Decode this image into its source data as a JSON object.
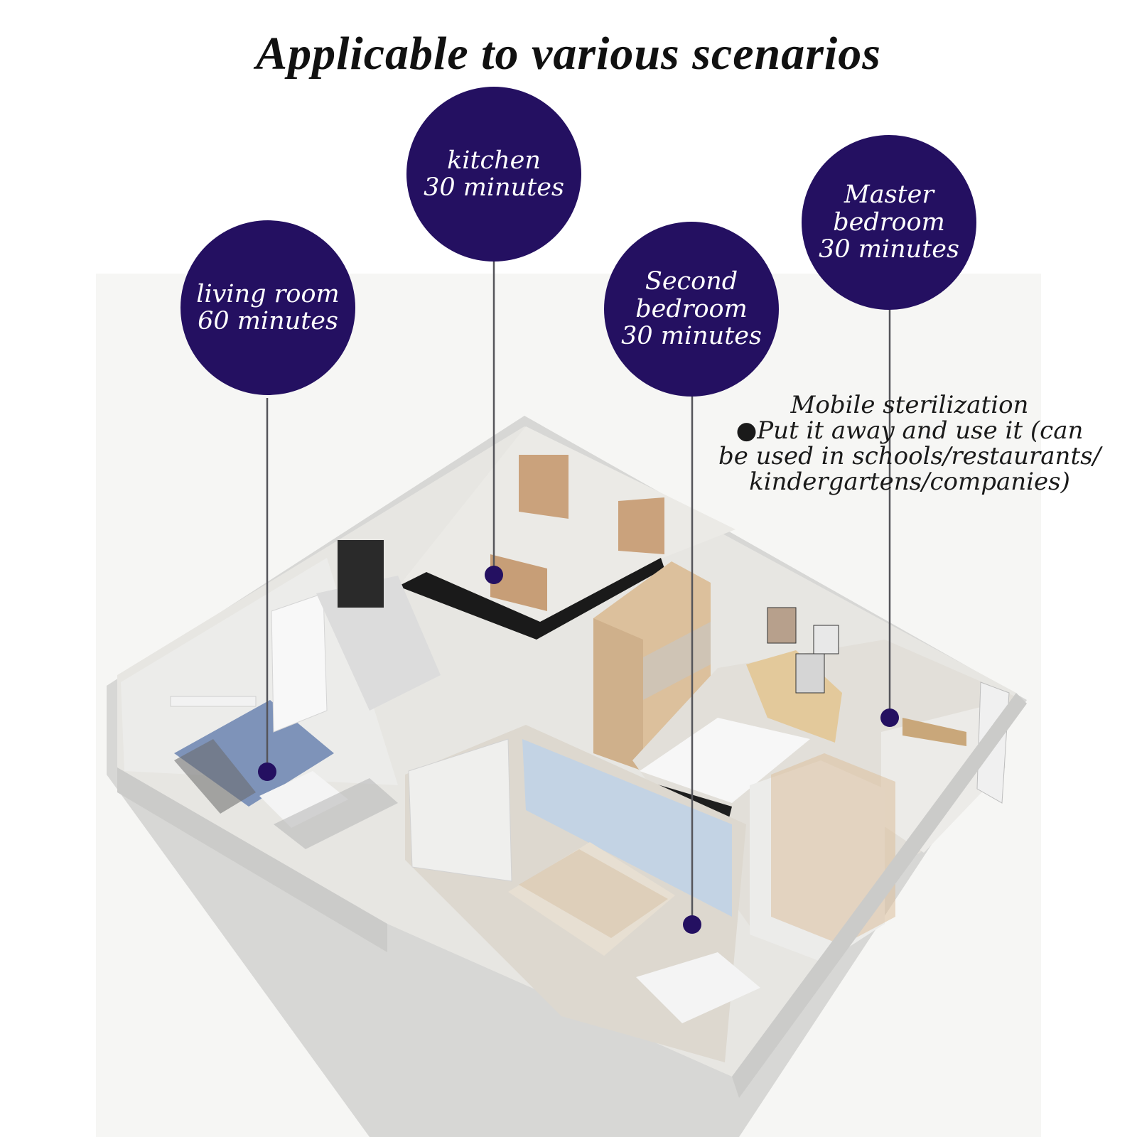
{
  "title": "Applicable to various scenarios",
  "colors": {
    "bubble": "#241061",
    "connector": "#55555a",
    "title": "#111111"
  },
  "rooms": [
    {
      "id": "living-room",
      "line1": "living room",
      "line2": "60 minutes"
    },
    {
      "id": "kitchen",
      "line1": "kitchen",
      "line2": "30 minutes"
    },
    {
      "id": "second-bedroom",
      "line1": "Second",
      "line2": "bedroom",
      "line3": "30 minutes"
    },
    {
      "id": "master-bedroom",
      "line1": "Master",
      "line2": "bedroom",
      "line3": "30 minutes"
    }
  ],
  "note": {
    "line1": "Mobile sterilization",
    "line2": "●Put it away and use it (can",
    "line3": "be used in schools/restaurants/",
    "line4": "kindergartens/companies)"
  }
}
